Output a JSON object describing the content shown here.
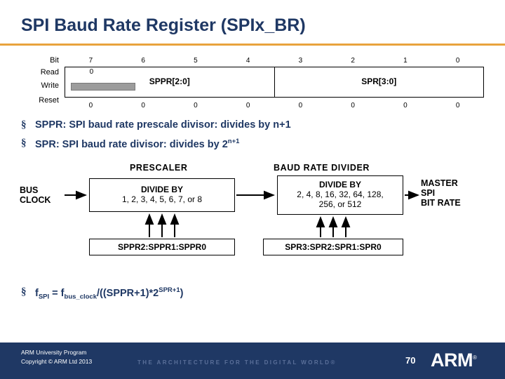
{
  "slide": {
    "title": "SPI Baud Rate Register (SPIx_BR)",
    "accent_color": "#E8A33D",
    "title_color": "#1F3864"
  },
  "register": {
    "row_labels": {
      "bit": "Bit",
      "read": "Read",
      "write": "Write",
      "reset": "Reset"
    },
    "bit_numbers": [
      "7",
      "6",
      "5",
      "4",
      "3",
      "2",
      "1",
      "0"
    ],
    "read_zero": "0",
    "fields": [
      {
        "name": "SPPR[2:0]"
      },
      {
        "name": "SPR[3:0]"
      }
    ],
    "reset_values": [
      "0",
      "0",
      "0",
      "0",
      "0",
      "0",
      "0",
      "0"
    ]
  },
  "bullets": {
    "marker": "§",
    "b1": "SPPR: SPI baud rate prescale divisor: divides by n+1",
    "b2_pre": "SPR: SPI baud rate divisor: divides by 2",
    "b2_sup": "n+1"
  },
  "formula": {
    "f_main": "f",
    "f_sub1": "SPI",
    "eq": " = f",
    "f_sub2": "bus_clock",
    "tail": "/((SPPR+1)*2",
    "exp": "SPR+1",
    "close": ")"
  },
  "diagram": {
    "prescaler_heading": "PRESCALER",
    "brd_heading": "BAUD RATE DIVIDER",
    "bus_clock_label": "BUS\nCLOCK",
    "bus_clock_line1": "BUS",
    "bus_clock_line2": "CLOCK",
    "divide_by_1_l1": "DIVIDE BY",
    "divide_by_1_l2": "1, 2, 3, 4, 5, 6, 7, or 8",
    "divide_by_2_l1": "DIVIDE BY",
    "divide_by_2_l2": "2, 4, 8, 16, 32, 64, 128,",
    "divide_by_2_l3": "256, or 512",
    "sppr_bits": "SPPR2:SPPR1:SPPR0",
    "spr_bits": "SPR3:SPR2:SPR1:SPR0",
    "master_line1": "MASTER",
    "master_line2": "SPI",
    "master_line3": "BIT RATE"
  },
  "footer": {
    "line1": "ARM University Program",
    "line2": "Copyright © ARM Ltd 2013",
    "tagline": "THE ARCHITECTURE FOR THE DIGITAL WORLD®",
    "page_number": "70",
    "logo": "ARM",
    "logo_tm": "®",
    "band_color": "#1F3864"
  }
}
